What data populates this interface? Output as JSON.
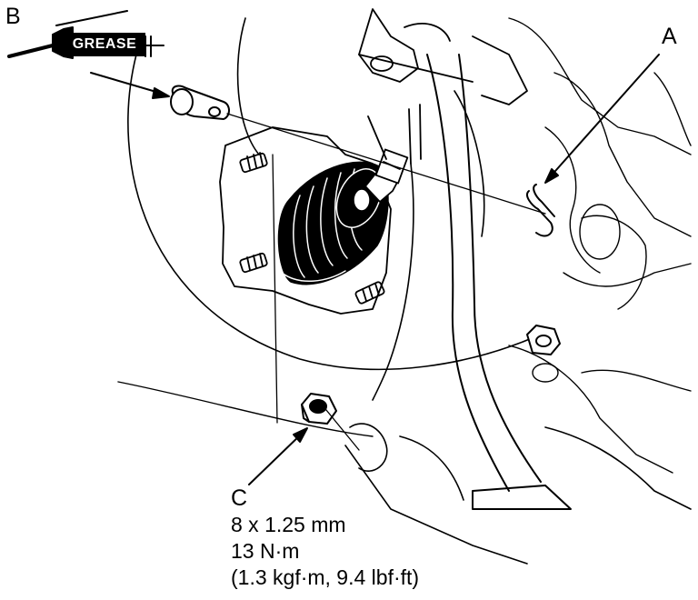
{
  "callouts": {
    "a": "A",
    "b": "B",
    "c": "C"
  },
  "grease_tag": "GREASE",
  "spec": {
    "size": "8 x 1.25 mm",
    "torque_nm": "13 N·m",
    "torque_alt": "(1.3 kgf·m, 9.4 lbf·ft)"
  },
  "colors": {
    "ink": "#000000",
    "paper": "#ffffff"
  }
}
